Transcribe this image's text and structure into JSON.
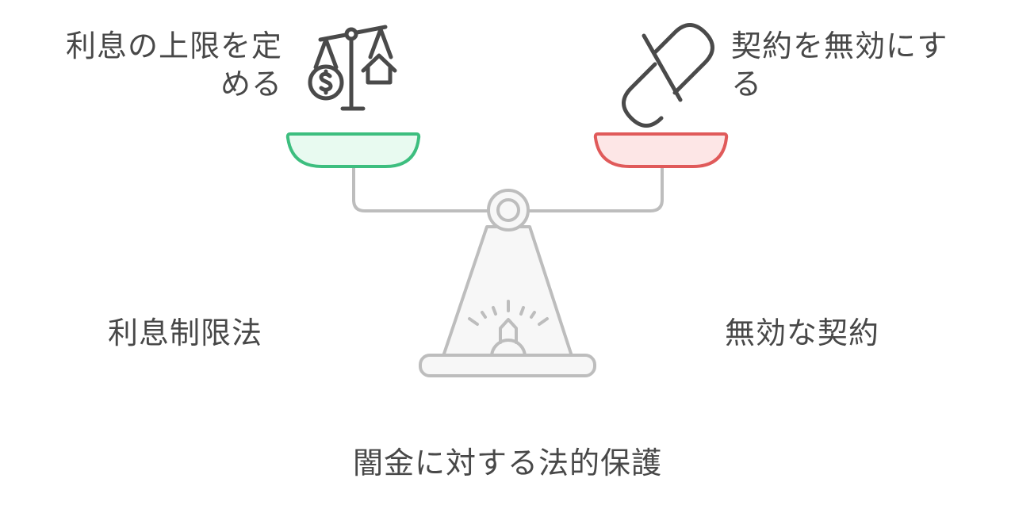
{
  "diagram": {
    "title": "闇金に対する法的保護",
    "left": {
      "description_line1": "利息の上限を定",
      "description_line2": "める",
      "label": "利息制限法",
      "icon": "balance-scale-dollar-house-icon",
      "pan_color": "#3DBE7F",
      "pan_fill": "#E8FAF0"
    },
    "right": {
      "description_line1": "契約を無効にす",
      "description_line2": "る",
      "label": "無効な契約",
      "icon": "broken-capsule-icon",
      "pan_color": "#E05A5A",
      "pan_fill": "#FDE6E6"
    },
    "colors": {
      "text": "#484848",
      "frame": "#BDBDBD",
      "frame_fill": "#F7F7F7",
      "icon": "#4A4A4A"
    }
  }
}
